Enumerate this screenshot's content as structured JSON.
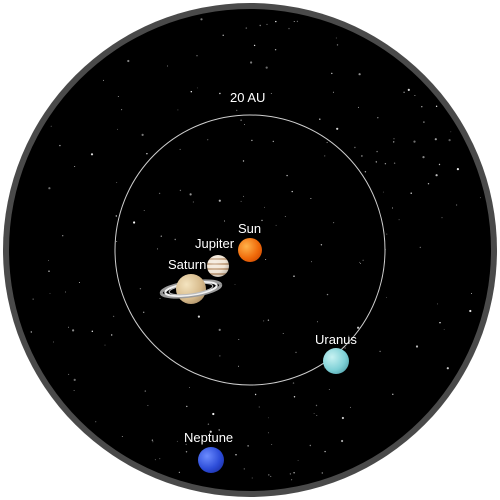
{
  "view": {
    "orbit_label": "20 AU"
  },
  "bodies": [
    {
      "key": "sun",
      "label": "Sun",
      "icon": "sun-icon",
      "colors": [
        "#ffb24a",
        "#f06a0a",
        "#c03c00"
      ]
    },
    {
      "key": "jupiter",
      "label": "Jupiter",
      "icon": "jupiter-icon",
      "colors": [
        "#f2e6d6",
        "#c8a888",
        "#8a6a4c"
      ]
    },
    {
      "key": "saturn",
      "label": "Saturn",
      "icon": "saturn-icon",
      "colors": [
        "#f4e4c0",
        "#d6b98a",
        "#8c7250"
      ]
    },
    {
      "key": "uranus",
      "label": "Uranus",
      "icon": "uranus-icon",
      "colors": [
        "#c8f2f2",
        "#7ed0d6",
        "#3c8c96"
      ]
    },
    {
      "key": "neptune",
      "label": "Neptune",
      "icon": "neptune-icon",
      "colors": [
        "#6c8cff",
        "#2c4cd8",
        "#14228c"
      ]
    }
  ],
  "colors": {
    "space": "#000000",
    "rim": "#4a4a4a",
    "orbit": "#cfcfcf",
    "label": "#ffffff"
  }
}
